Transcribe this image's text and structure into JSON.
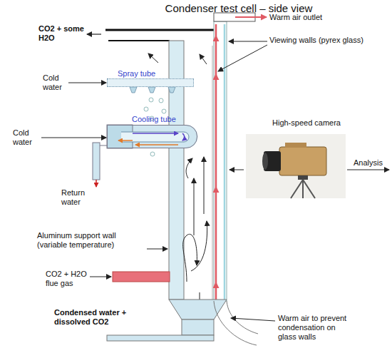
{
  "diagram": {
    "title": "Condenser test cell – side view",
    "nodes": [
      {
        "text": [
          "Spray tube"
        ]
      },
      {
        "text": [
          "Cooling tube"
        ]
      }
    ],
    "labels": [
      "CO2 + some H2O",
      "Cold water",
      "Cold water",
      "Return water",
      "Aluminum support wall (variable temperature)",
      "CO2 + H2O flue gas",
      "Condensed water + dissolved CO2",
      "Warm air outlet",
      "Viewing walls (pyrex glass)",
      "High-speed camera",
      "Analysis",
      "Warm air to prevent condensation on glass walls"
    ]
  }
}
